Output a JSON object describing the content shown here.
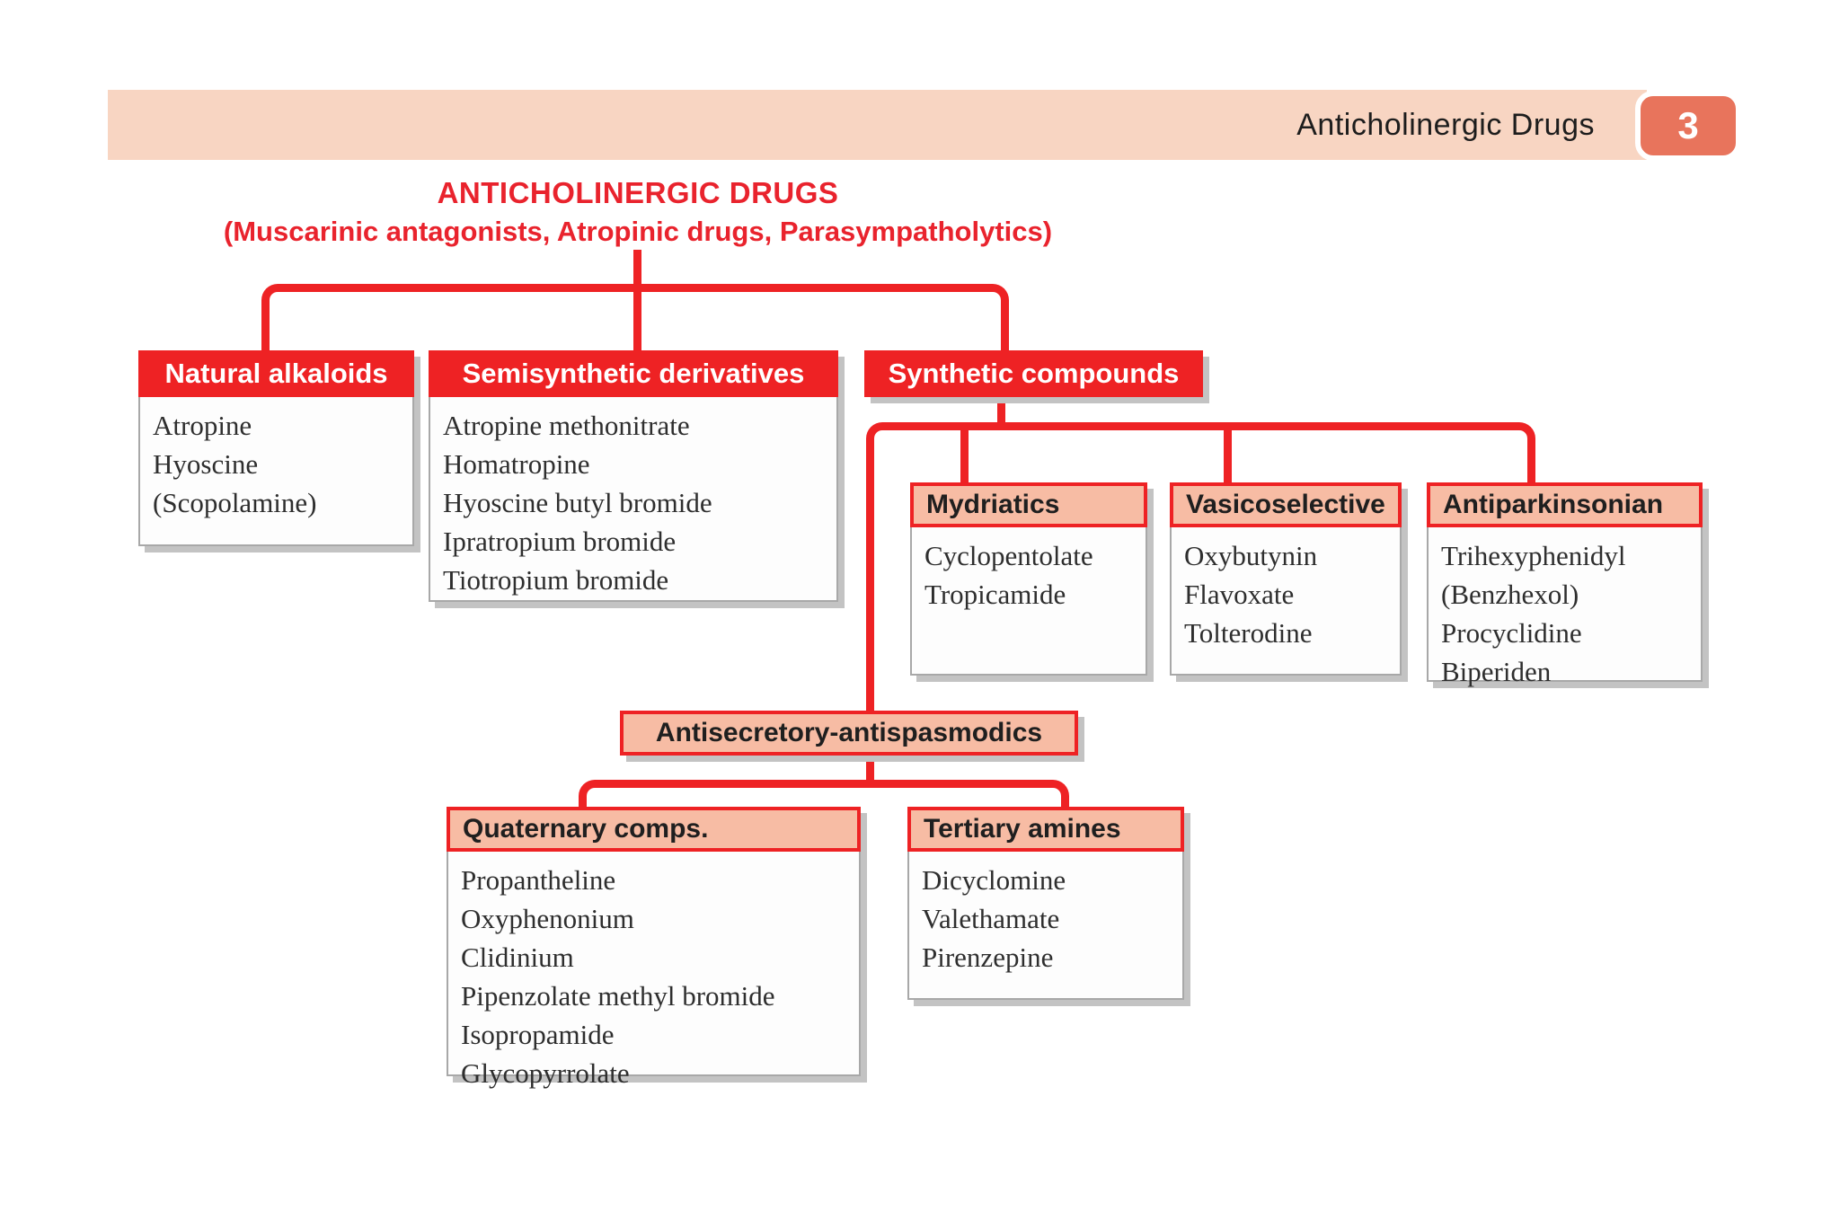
{
  "header_bar": {
    "title": "Anticholinergic Drugs",
    "badge": "3"
  },
  "diagram": {
    "title": "ANTICHOLINERGIC DRUGS",
    "subtitle": "(Muscarinic antagonists, Atropinic drugs, Parasympatholytics)"
  },
  "boxes": {
    "natural": {
      "header": "Natural alkaloids",
      "items": [
        "Atropine",
        "Hyoscine",
        "(Scopolamine)"
      ]
    },
    "semisynthetic": {
      "header": "Semisynthetic derivatives",
      "items": [
        "Atropine methonitrate",
        "Homatropine",
        "Hyoscine butyl bromide",
        "Ipratropium bromide",
        "Tiotropium bromide"
      ]
    },
    "synthetic": {
      "header": "Synthetic compounds"
    },
    "mydriatics": {
      "header": "Mydriatics",
      "items": [
        "Cyclopentolate",
        "Tropicamide"
      ]
    },
    "vasicoselective": {
      "header": "Vasicoselective",
      "items": [
        "Oxybutynin",
        "Flavoxate",
        "Tolterodine"
      ]
    },
    "antiparkinsonian": {
      "header": "Antiparkinsonian",
      "items": [
        "Trihexyphenidyl",
        "(Benzhexol)",
        "Procyclidine",
        "Biperiden"
      ]
    },
    "antisecretory": {
      "header": "Antisecretory-antispasmodics"
    },
    "quaternary": {
      "header": "Quaternary comps.",
      "items": [
        "Propantheline",
        "Oxyphenonium",
        "Clidinium",
        "Pipenzolate methyl bromide",
        "Isopropamide",
        "Glycopyrrolate"
      ]
    },
    "tertiary": {
      "header": "Tertiary amines",
      "items": [
        "Dicyclomine",
        "Valethamate",
        "Pirenzepine"
      ]
    }
  },
  "colors": {
    "line_red": "#ee2224",
    "salmon_header": "#f7bca4",
    "band_pink": "#f8d5c2",
    "badge_fill": "#e8745c",
    "shadow_gray": "#c3c3c3"
  }
}
